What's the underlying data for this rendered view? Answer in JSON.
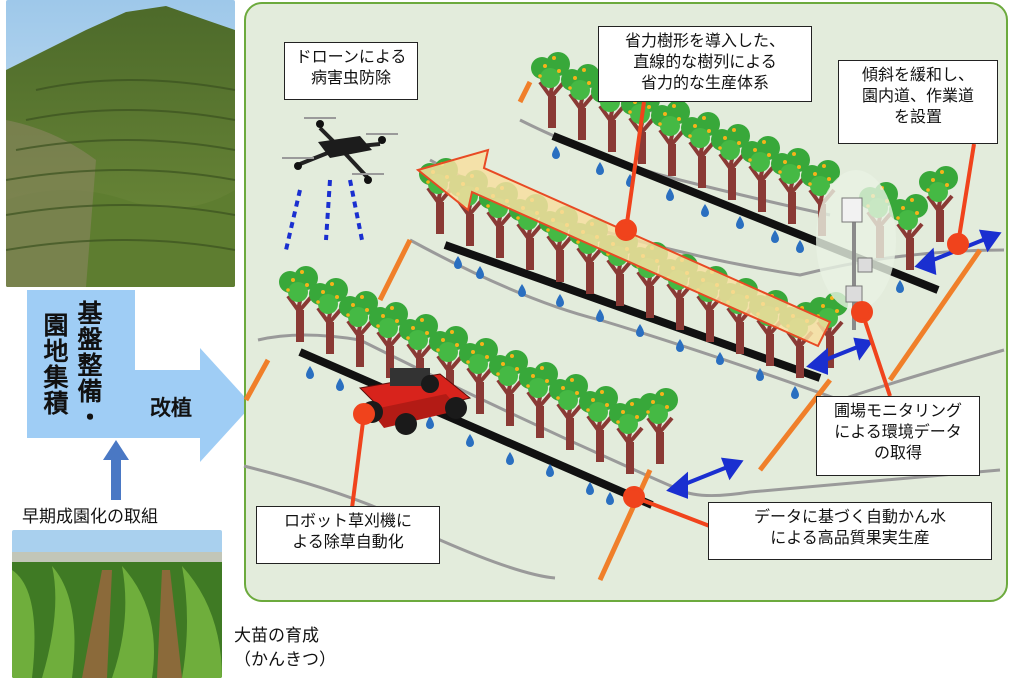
{
  "left": {
    "vertical_label_1": "基盤整備・",
    "vertical_label_2": "園地集積",
    "replant_label": "改植",
    "early_label": "早期成園化の取組",
    "seedling_label": "大苗の育成\n（かんきつ）"
  },
  "callouts": {
    "drone": "ドローンによる\n病害虫防除",
    "layout": "省力樹形を導入した、\n直線的な樹列による\n省力的な生産体系",
    "slope": "傾斜を緩和し、\n園内道、作業道\nを設置",
    "monitoring": "圃場モニタリング\nによる環境データ\nの取得",
    "irrigation": "データに基づく自動かん水\nによる高品質果実生産",
    "mower": "ロボット草刈機に\nよる除草自動化"
  },
  "colors": {
    "panel_bg": "#e3ecdc",
    "panel_border": "#6caa3d",
    "flow_arrow": "#9fcdf5",
    "leader_line": "#f0431c",
    "double_arrow": "#1a2fd0",
    "road_post": "#f07f2a",
    "hose": "#111111",
    "water_drop": "#2a6fc0",
    "tree_foliage": "#38a83a",
    "tree_trunk": "#8a3a35"
  }
}
